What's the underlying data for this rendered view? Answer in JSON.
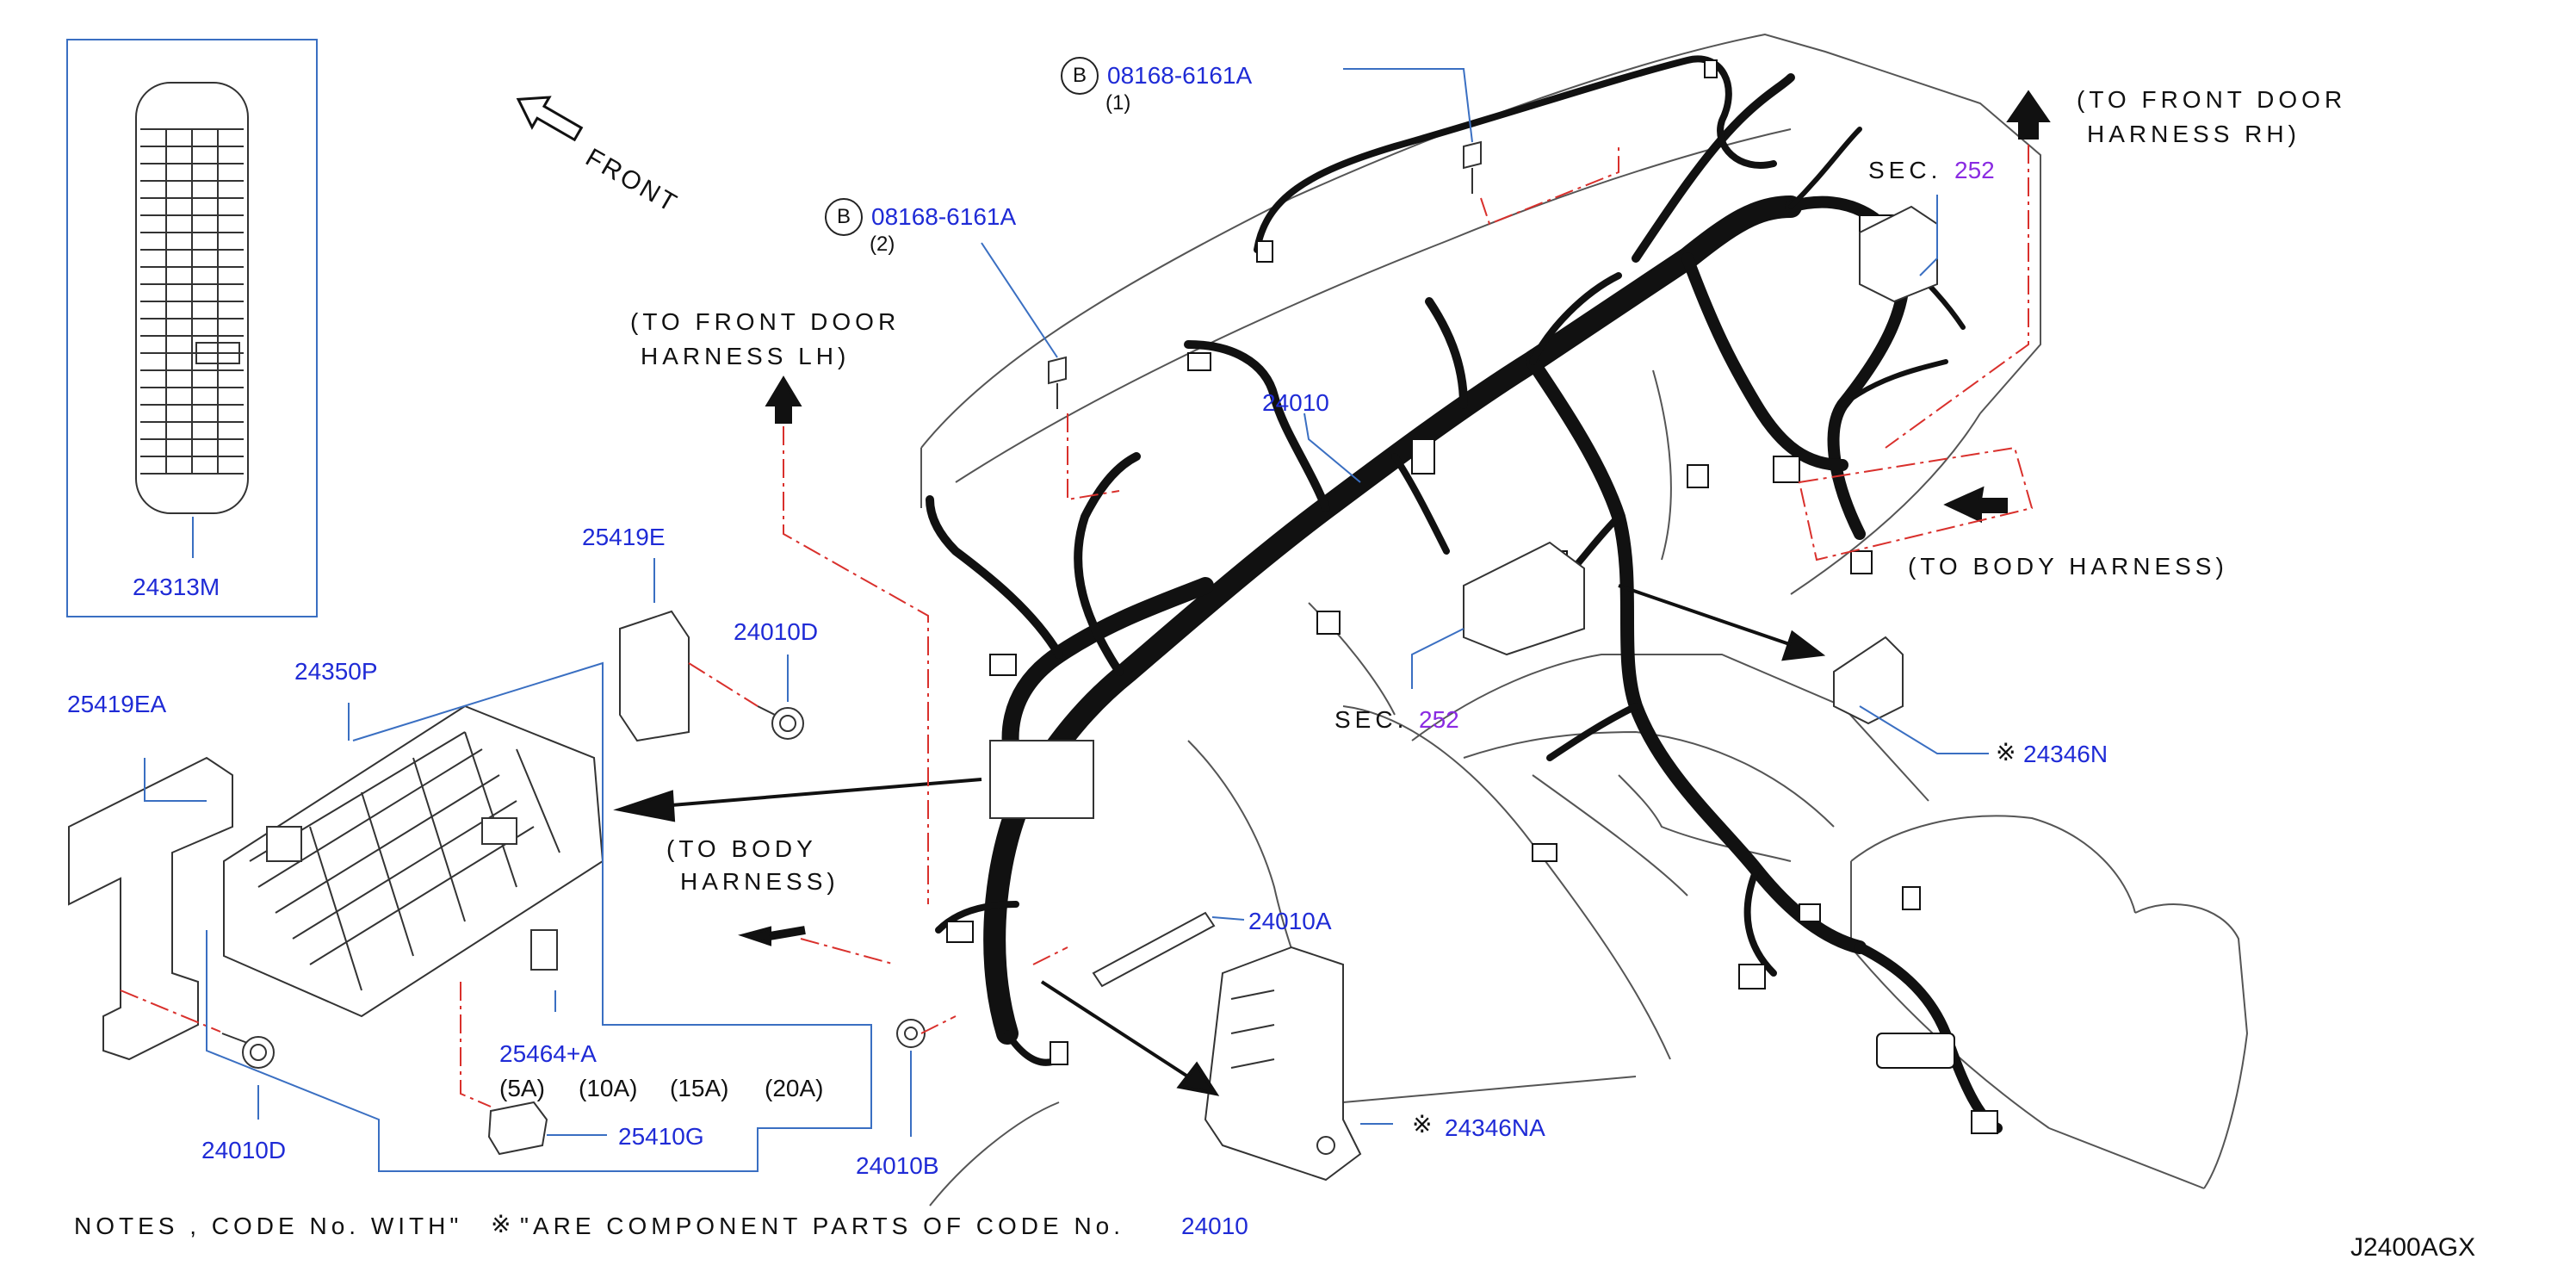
{
  "diagram_id": "J2400AGX",
  "front_label": "FRONT",
  "parts": {
    "p24313M": "24313M",
    "p24350P": "24350P",
    "p25419EA": "25419EA",
    "p25419E": "25419E",
    "p24010D_top": "24010D",
    "p24010D_bottom": "24010D",
    "p24010": "24010",
    "p08168_1": "08168-6161A",
    "p08168_1_qty": "(1)",
    "p08168_2": "08168-6161A",
    "p08168_2_qty": "(2)",
    "p24346N": "24346N",
    "p24346NA": "24346NA",
    "p24010A": "24010A",
    "p24010B": "24010B",
    "p25464A": "25464+A",
    "p25410G": "25410G"
  },
  "bolt_marker": "B",
  "fuse_ratings": [
    "(5A)",
    "(10A)",
    "(15A)",
    "(20A)"
  ],
  "sections": {
    "sec_label": "SEC.",
    "sec_top": "252",
    "sec_mid": "252"
  },
  "directions": {
    "front_door_lh_1": "(TO FRONT DOOR",
    "front_door_lh_2": "HARNESS LH)",
    "front_door_rh_1": "(TO FRONT DOOR",
    "front_door_rh_2": "HARNESS RH)",
    "body_harness_right": "(TO BODY HARNESS)",
    "body_harness_left_1": "(TO BODY",
    "body_harness_left_2": "HARNESS)"
  },
  "component_mark": "※",
  "notes": {
    "prefix": "NOTES , CODE No. WITH\"",
    "suffix": "\"ARE COMPONENT PARTS OF CODE No.",
    "code": "24010"
  },
  "colors": {
    "part_number": "#1f2bd6",
    "section_ref": "#8a2be2",
    "leader_line": "#3a6fc2",
    "phantom_line": "#d9302c",
    "harness": "#111111",
    "outline": "#555555"
  }
}
